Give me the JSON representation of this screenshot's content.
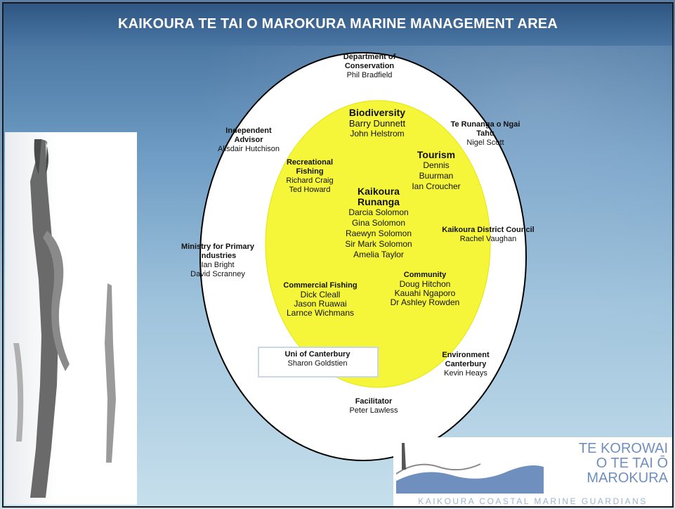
{
  "title": "KAIKOURA TE TAI O MAROKURA MARINE MANAGEMENT AREA",
  "outer": {
    "doc": {
      "org": "Department of Conservation",
      "people": [
        "Phil Bradfield"
      ]
    },
    "advisor": {
      "org": "Independent Advisor",
      "people": [
        "Alisdair Hutchison"
      ]
    },
    "runanga_ngai_tahu": {
      "org": "Te Runanga o Ngai Tahu",
      "people": [
        "Nigel Scott"
      ]
    },
    "council": {
      "org": "Kaikoura District Council",
      "people": [
        "Rachel Vaughan"
      ]
    },
    "mpi": {
      "org": "Ministry for Primary Industries",
      "people": [
        "Ian Bright",
        "David Scranney"
      ]
    },
    "uni": {
      "org": "Uni of Canterbury",
      "people": [
        "Sharon Goldstien"
      ]
    },
    "ecan": {
      "org": "Environment Canterbury",
      "people": [
        "Kevin Heays"
      ]
    },
    "facilitator": {
      "org": "Facilitator",
      "people": [
        "Peter Lawless"
      ]
    }
  },
  "inner": {
    "biodiversity": {
      "org": "Biodiversity",
      "people": [
        "Barry Dunnett",
        "John Helstrom"
      ]
    },
    "recreational": {
      "org": "Recreational Fishing",
      "people": [
        "Richard Craig",
        "Ted Howard"
      ]
    },
    "tourism": {
      "org": "Tourism",
      "people": [
        "Dennis Buurman",
        "Ian Croucher"
      ]
    },
    "kaikoura_runanga": {
      "org": "Kaikoura Runanga",
      "people": [
        "Darcia Solomon",
        "Gina Solomon",
        "Raewyn Solomon",
        "Sir Mark Solomon",
        "Amelia Taylor"
      ]
    },
    "commercial": {
      "org": "Commercial Fishing",
      "people": [
        "Dick Cleall",
        "Jason Ruawai",
        "Larnce Wichmans"
      ]
    },
    "community": {
      "org": "Community",
      "people": [
        "Doug Hitchon",
        "Kauahi Ngaporo",
        "Dr Ashley Rowden"
      ]
    }
  },
  "logo": {
    "line1": "TE KOROWAI",
    "line2": "O TE TAI Ō",
    "line3": "MAROKURA",
    "subtitle": "KAIKOURA COASTAL MARINE GUARDIANS"
  },
  "colors": {
    "inner_ellipse": "#f5f53a",
    "outer_ellipse": "#ffffff",
    "ellipse_stroke": "#000000",
    "logo_text": "#6f8fbf"
  }
}
